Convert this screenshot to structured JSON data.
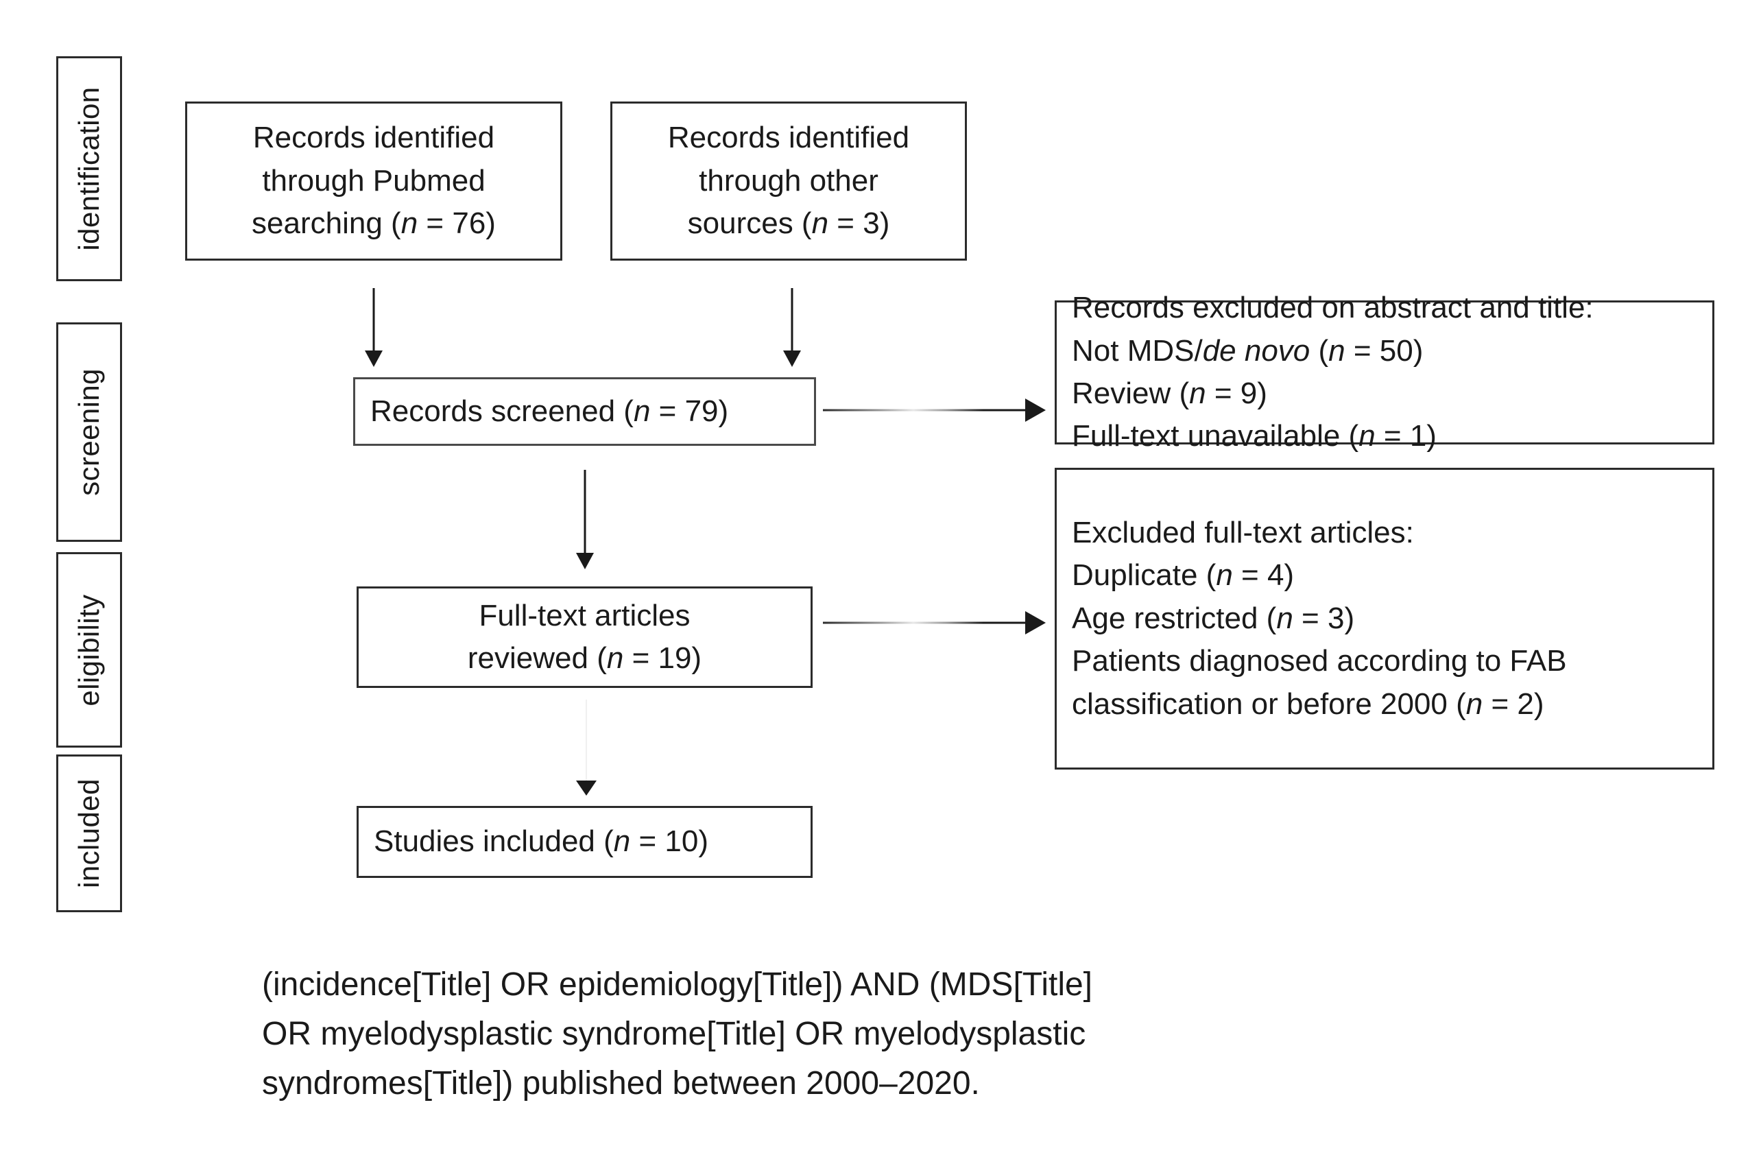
{
  "figure": {
    "type": "prisma-flow-diagram",
    "stages": [
      {
        "id": "identification",
        "label": "identification"
      },
      {
        "id": "screening",
        "label": "screening"
      },
      {
        "id": "eligibility",
        "label": "eligibility"
      },
      {
        "id": "included",
        "label": "included"
      }
    ],
    "boxes": {
      "pubmed_records": {
        "line1": "Records identified",
        "line2": "through Pubmed",
        "line3_pre": "searching (",
        "line3_n": "n",
        "line3_post": " = 76)"
      },
      "other_records": {
        "line1": "Records identified",
        "line2": "through other",
        "line3_pre": "sources (",
        "line3_n": "n",
        "line3_post": " = 3)"
      },
      "records_screened": {
        "pre": "Records screened (",
        "n": "n",
        "post": " = 79)"
      },
      "fulltext_reviewed": {
        "line1": "Full-text articles",
        "line2_pre": "reviewed (",
        "line2_n": "n",
        "line2_post": " = 19)"
      },
      "studies_included": {
        "pre": "Studies included (",
        "n": "n",
        "post": " = 10)"
      },
      "excluded_screening": {
        "heading": "Records excluded on abstract and title:",
        "item1_pre": "Not MDS/",
        "item1_em": "de novo",
        "item1_mid": " (",
        "item1_n": "n",
        "item1_post": " = 50)",
        "item2_pre": "Review (",
        "item2_n": "n",
        "item2_post": " = 9)",
        "item3_pre": "Full-text unavailable (",
        "item3_n": "n",
        "item3_post": " = 1)"
      },
      "excluded_eligibility": {
        "heading": "Excluded full-text articles:",
        "item1_pre": "Duplicate (",
        "item1_n": "n",
        "item1_post": " = 4)",
        "item2_pre": "Age restricted (",
        "item2_n": "n",
        "item2_post": " = 3)",
        "item3_line1": "Patients diagnosed according to FAB",
        "item3_line2_pre": "classification or before 2000 (",
        "item3_n": "n",
        "item3_post": " = 2)"
      }
    },
    "caption": "(incidence[Title] OR epidemiology[Title]) AND (MDS[Title]\nOR myelodysplastic syndrome[Title] OR myelodysplastic\nsyndromes[Title]) published between 2000–2020.",
    "colors": {
      "background": "#ffffff",
      "text": "#1a1a1a",
      "border": "#2b2b2b",
      "arrow": "#1a1a1a"
    },
    "counts": {
      "pubmed_records": 76,
      "other_records": 3,
      "records_screened": 79,
      "excluded_not_mds_de_novo": 50,
      "excluded_review": 9,
      "excluded_fulltext_unavailable": 1,
      "fulltext_reviewed": 19,
      "excluded_duplicate": 4,
      "excluded_age_restricted": 3,
      "excluded_fab_or_before_2000": 2,
      "studies_included": 10
    }
  }
}
